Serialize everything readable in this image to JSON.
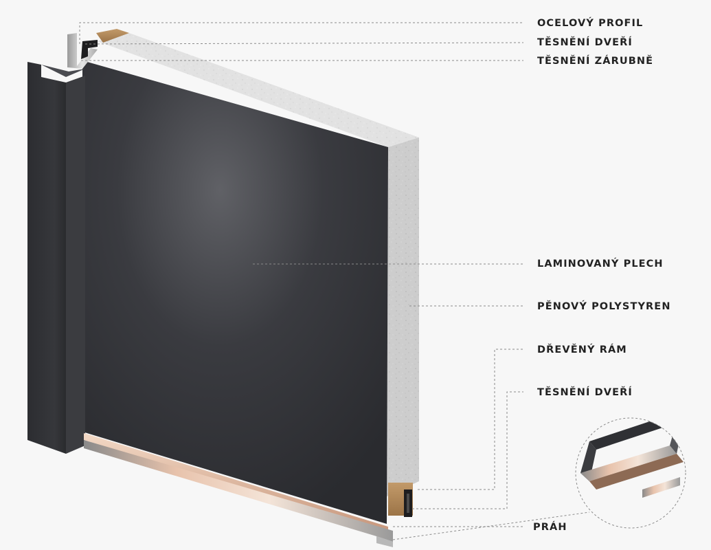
{
  "labels": {
    "steel_profile": "OCELOVÝ PROFIL",
    "door_seal_top": "TĚSNĚNÍ DVEŘÍ",
    "frame_seal": "TĚSNĚNÍ ZÁRUBNĚ",
    "laminated_sheet": "LAMINOVANÝ PLECH",
    "foam_polystyrene": "PĚNOVÝ POLYSTYREN",
    "wooden_frame": "DŘEVĚNÝ RÁM",
    "door_seal_bottom": "TĚSNĚNÍ DVEŘÍ",
    "threshold": "PRÁH"
  },
  "colors": {
    "background": "#f7f7f7",
    "panel_dark": "#2e2f33",
    "panel_highlight": "#5a5b60",
    "foam": "#d9d9d9",
    "wood": "#b0875c",
    "steel": "#c9c9c9",
    "threshold_copper": "#d8a98a",
    "leader_line": "#8a8a8a",
    "label_text": "#222222"
  }
}
